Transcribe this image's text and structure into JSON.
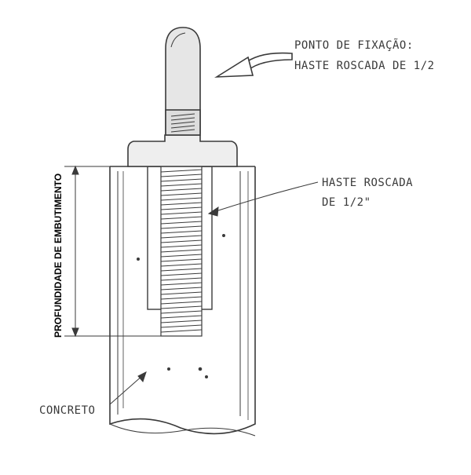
{
  "labels": {
    "fixing_point_line1": "PONTO DE FIXAÇÃO:",
    "fixing_point_line2": "HASTE ROSCADA DE 1/2",
    "threaded_rod_line1": "HASTE ROSCADA",
    "threaded_rod_line2": "DE 1/2\"",
    "concrete": "CONCRETO",
    "embedment_depth": "PROFUNDIDADE DE EMBUTIMENTO"
  },
  "colors": {
    "ink": "#3a3a3a",
    "paper": "#ffffff",
    "shade": "#d9d9d9"
  }
}
